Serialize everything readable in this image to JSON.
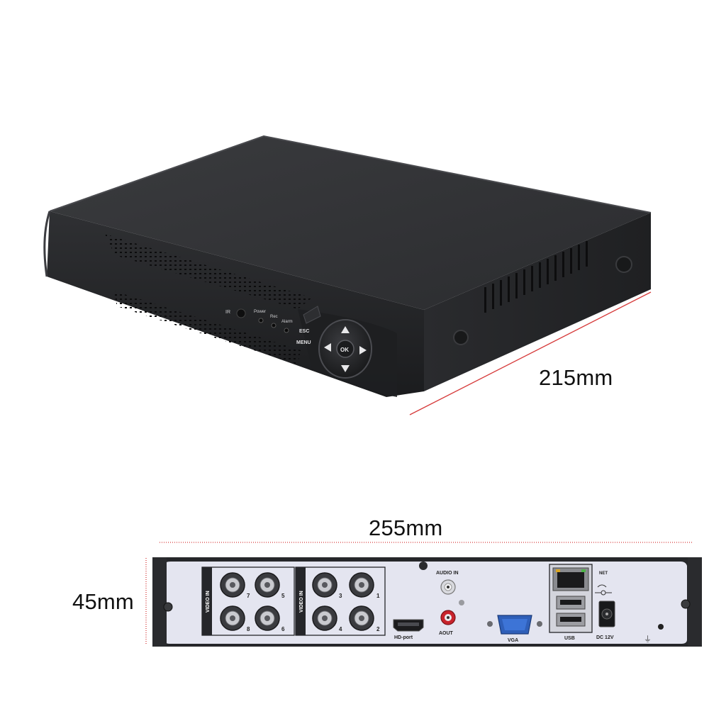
{
  "dimensions": {
    "depth": "215mm",
    "width": "255mm",
    "height": "45mm"
  },
  "front_panel": {
    "ir_label": "IR",
    "power_label": "Power",
    "rec_label": "Rec",
    "alarm_label": "Alarm",
    "esc_label": "ESC",
    "menu_label": "MENU",
    "ok_label": "OK"
  },
  "rear_panel": {
    "video_in_label_a": "VIDEO IN",
    "video_in_label_b": "VIDEO IN",
    "bnc_numbers": [
      "7",
      "5",
      "8",
      "6",
      "3",
      "1",
      "4",
      "2"
    ],
    "audio_in_label": "AUDIO IN",
    "aout_label": "AOUT",
    "hdport_label": "HD-port",
    "vga_label": "VGA",
    "net_label": "NET",
    "usb_label": "USB",
    "dc_label": "DC 12V",
    "ground_symbol": "⏚"
  },
  "colors": {
    "casing": "#2a2b2d",
    "rear_plate": "#e4e5f0",
    "dimension_line": "#d63a3a",
    "vga_port": "#2f5fb8",
    "aout_port": "#c8232c"
  }
}
